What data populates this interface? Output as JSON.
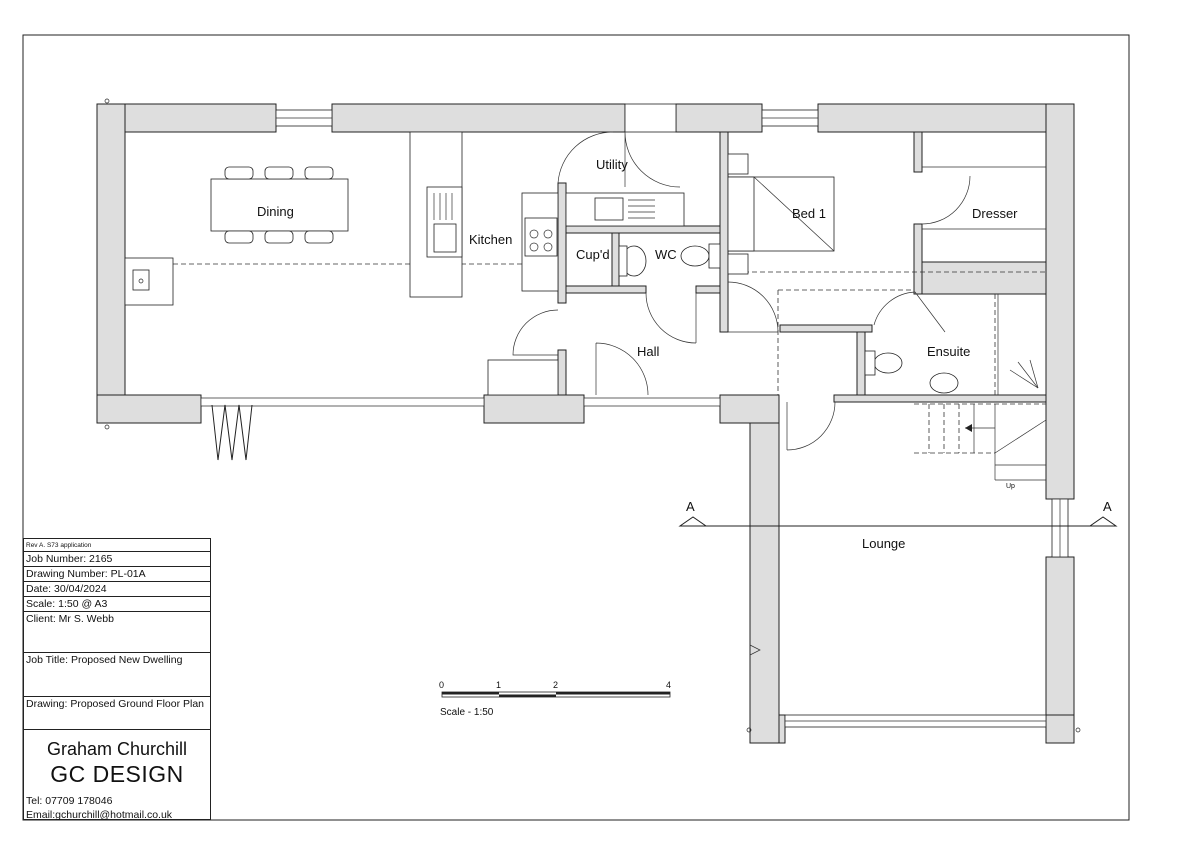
{
  "rooms": {
    "dining": "Dining",
    "kitchen": "Kitchen",
    "utility": "Utility",
    "cupd": "Cup'd",
    "wc": "WC",
    "bed1": "Bed 1",
    "dresser": "Dresser",
    "ensuite": "Ensuite",
    "hall": "Hall",
    "lounge": "Lounge"
  },
  "section_markers": {
    "left": "A",
    "right": "A"
  },
  "stair_label": "Up",
  "scale_bar": {
    "ticks": [
      "0",
      "1",
      "2",
      "4"
    ],
    "caption": "Scale - 1:50"
  },
  "title_block": {
    "revision": "Rev A. S73 application",
    "job_number": "Job Number: 2165",
    "drawing_number": "Drawing Number: PL-01A",
    "date": "Date: 30/04/2024",
    "scale": "Scale: 1:50 @ A3",
    "client": "Client: Mr S. Webb",
    "job_title": "Job Title: Proposed New Dwelling",
    "drawing": "Drawing: Proposed Ground Floor Plan",
    "designer_name": "Graham Churchill",
    "company": "GC DESIGN",
    "tel": "Tel: 07709 178046",
    "email": "Email:gchurchill@hotmail.co.uk"
  }
}
